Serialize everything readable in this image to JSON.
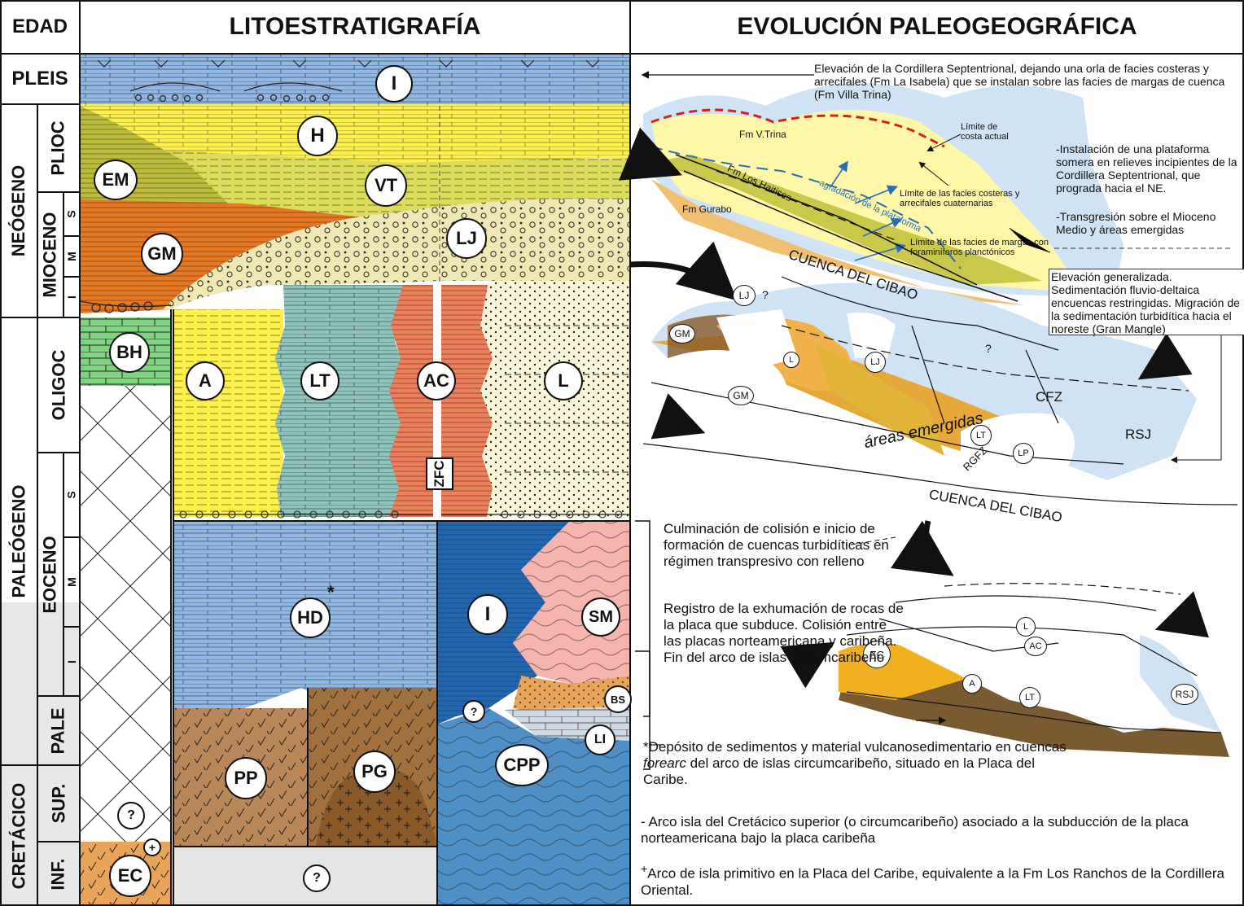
{
  "headers": {
    "age": "EDAD",
    "litho": "LITOESTRATIGRAFÍA",
    "paleo": "EVOLUCIÓN PALEOGEOGRÁFICA"
  },
  "periods": {
    "pleis": "PLEIS",
    "neogene": "NEÓGENO",
    "paleogene": "PALEÓGENO",
    "cretaceous": "CRETÁCICO"
  },
  "epochs": {
    "plioc": "PLIOC",
    "mioceno": "MIOCENO",
    "oligoc": "OLIGOC",
    "eoceno": "EOCENO",
    "pale": "PALE",
    "sup": "SUP.",
    "inf": "INF."
  },
  "subepochs": {
    "s": "S",
    "m": "M",
    "i": "I"
  },
  "units": {
    "I": "I",
    "H": "H",
    "VT": "VT",
    "EM": "EM",
    "GM": "GM",
    "LJ": "LJ",
    "BH": "BH",
    "A": "A",
    "LT": "LT",
    "AC": "AC",
    "L": "L",
    "ZFC": "ZFC",
    "HD": "HD",
    "SM": "SM",
    "BS": "BS",
    "LI": "LI",
    "CPP": "CPP",
    "PP": "PP",
    "PG": "PG",
    "EC": "EC",
    "Q": "?",
    "asterisk": "*",
    "plus": "+"
  },
  "notes": {
    "top": "Elevación de la Cordillera Septentrional, dejando una orla de facies costeras y arrecifales (Fm La Isabela) que se instalan sobre las facies de margas de cuenca (Fm Villa Trina)",
    "plat": "-Instalación de una plataforma somera en relieves incipientes de la Cordillera Septentrional, que prograda hacia el NE.",
    "trans": "-Transgresión sobre el Mioceno Medio y áreas emergidas",
    "elev": "Elevación generalizada. Sedimentación fluvio-deltaica encuencas restringidas. Migración de la sedimentación turbidítica hacia el noreste (Gran Mangle)",
    "culm": "Culminación de colisión e inicio de formación de cuencas turbidíticas en régimen transpresivo con relleno",
    "reg": "Registro de la exhumación de rocas de la placa que subduce. Colisión entre las placas norteamericana y caribeña. Fin del arco de islas circumcaribeño",
    "dep_a": "*Depósito de sedimentos y material vulcanosedimentario en cuencas ",
    "dep_i": "forearc",
    "dep_b": " del arco de islas circumcaribeño, situado en la Placa del Caribe.",
    "arco": "- Arco isla del Cretácico superior (o circumcaribeño) asociado a la subducción de la placa norteamericana bajo la placa caribeña",
    "prim_sup": "+",
    "prim": "Arco de isla primitivo en la Placa del Caribe, equivalente a la Fm Los Ranchos de la Cordillera Oriental."
  },
  "map": {
    "fm_vtrina": "Fm V.Trina",
    "fm_haitises": "Fm Los Haitises",
    "fm_gurabo": "Fm Gurabo",
    "limite_costa": "Límite de costa actual",
    "limite_facies": "Límite de las facies costeras y arrecifales cuaternarias",
    "limite_margas": "Límite de las facies de margas con foraminíferos planctónicos",
    "agradacion": "agradación de la plataforma",
    "cuenca1": "CUENCA DEL CIBAO",
    "cuenca2": "CUENCA DEL CIBAO",
    "areas": "áreas emergidas",
    "cfz": "CFZ",
    "rsj": "RSJ",
    "rgfz": "RGFZ",
    "gm": "GM",
    "lj": "LJ",
    "l": "L",
    "lt": "LT",
    "lp": "LP",
    "ec": "EC",
    "ac": "AC",
    "a": "A",
    "q": "?"
  },
  "colors": {
    "blue": "#8fb8e6",
    "yellow": "#fff04a",
    "olive": "#c9c84a",
    "orange": "#e87722",
    "cream": "#efe7b4",
    "green": "#7fd47f",
    "teal": "#8fc4bd",
    "salmon": "#ef7e5a",
    "paleyellow": "#f8f5d8",
    "darkblue": "#2166b0",
    "pink": "#f5b5ad",
    "brown": "#b8875a",
    "grey": "#dcdcdc",
    "lightblue": "#cfe3f5"
  }
}
